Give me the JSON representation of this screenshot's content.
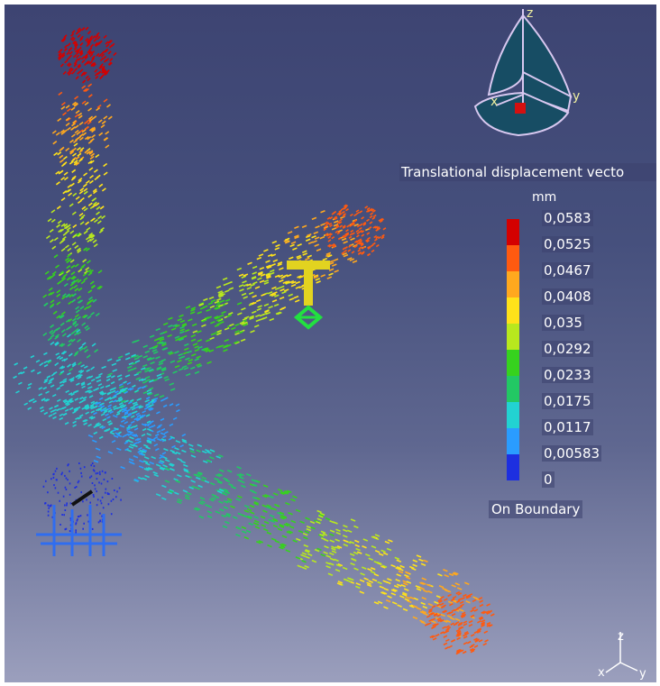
{
  "legend": {
    "title": "Translational displacement vecto",
    "unit": "mm",
    "values": [
      "0,0583",
      "0,0525",
      "0,0467",
      "0,0408",
      "0,035",
      "0,0292",
      "0,0233",
      "0,0175",
      "0,0117",
      "0,00583",
      "0"
    ],
    "colors": [
      "#d40000",
      "#ff5a10",
      "#ffa81e",
      "#ffe21a",
      "#b8e81e",
      "#36d21e",
      "#22c864",
      "#22d2d2",
      "#2a9cff",
      "#1d2fe0"
    ],
    "footer": "On Boundary"
  },
  "compass": {
    "axis_z": "z",
    "axis_x": "x",
    "axis_y": "y"
  },
  "triad": {
    "axis_z": "z",
    "axis_x": "x",
    "axis_y": "y"
  }
}
